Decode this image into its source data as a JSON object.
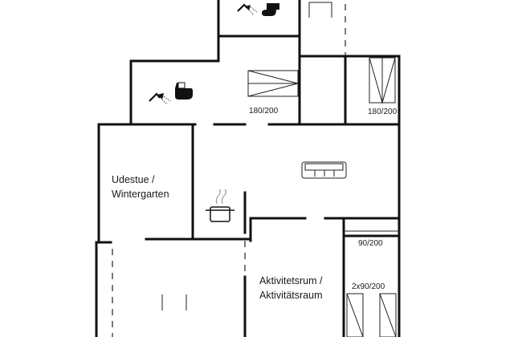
{
  "beds": {
    "bed1": "180/200",
    "bed2": "180/200",
    "bed3": "90/200",
    "bed4": "2x90/200"
  },
  "rooms": {
    "udestue": {
      "line1": "Udestue /",
      "line2": "Wintergarten"
    },
    "aktivitet": {
      "line1": "Aktivitetsrum /",
      "line2": "Aktivitätsraum"
    }
  },
  "icons": [
    "shower-icon",
    "toilet-icon",
    "sofa-icon",
    "cooking-pot-icon",
    "bed-icon"
  ],
  "colors": {
    "wall": "#111111",
    "background": "#ffffff"
  }
}
